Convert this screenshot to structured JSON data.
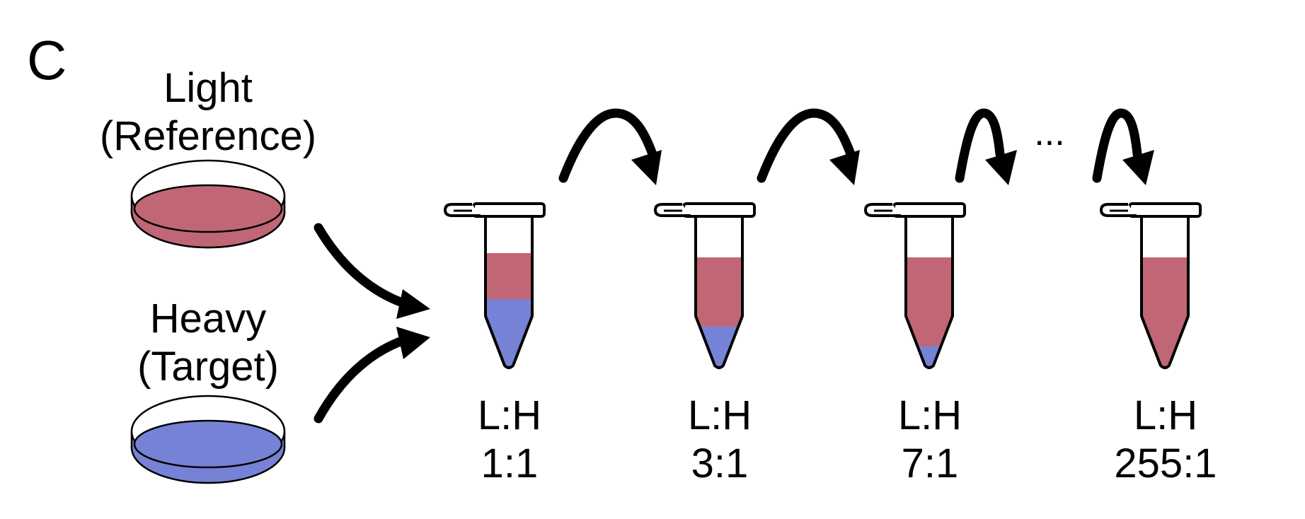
{
  "panel_letter": "C",
  "colors": {
    "light": "#C06674",
    "heavy": "#7682D6",
    "outline": "#000000",
    "background": "#FFFFFF"
  },
  "dishes": {
    "light": {
      "line1": "Light",
      "line2": "(Reference)"
    },
    "heavy": {
      "line1": "Heavy",
      "line2": "(Target)"
    }
  },
  "tubes": [
    {
      "ratio_label": "L:H",
      "ratio": "1:1",
      "heavy_fraction": 0.5
    },
    {
      "ratio_label": "L:H",
      "ratio": "3:1",
      "heavy_fraction": 0.25
    },
    {
      "ratio_label": "L:H",
      "ratio": "7:1",
      "heavy_fraction": 0.125
    },
    {
      "ratio_label": "L:H",
      "ratio": "255:1",
      "heavy_fraction": 0.004
    }
  ],
  "ellipsis": "...",
  "icons": {
    "dish": "petri-dish-icon",
    "tube": "microcentrifuge-tube-icon",
    "arrow": "curved-arrow-icon"
  }
}
